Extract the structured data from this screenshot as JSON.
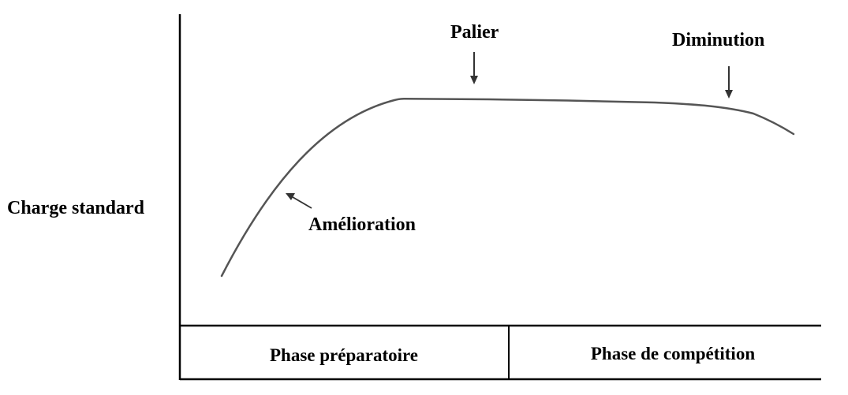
{
  "diagram": {
    "y_axis_label": "Charge standard",
    "annotations": {
      "improvement": "Amélioration",
      "plateau": "Palier",
      "decrease": "Diminution"
    },
    "phases": [
      {
        "label": "Phase préparatoire"
      },
      {
        "label": "Phase de compétition"
      }
    ],
    "colors": {
      "curve": "#555555",
      "lines": "#000000",
      "arrows": "#333333"
    }
  }
}
